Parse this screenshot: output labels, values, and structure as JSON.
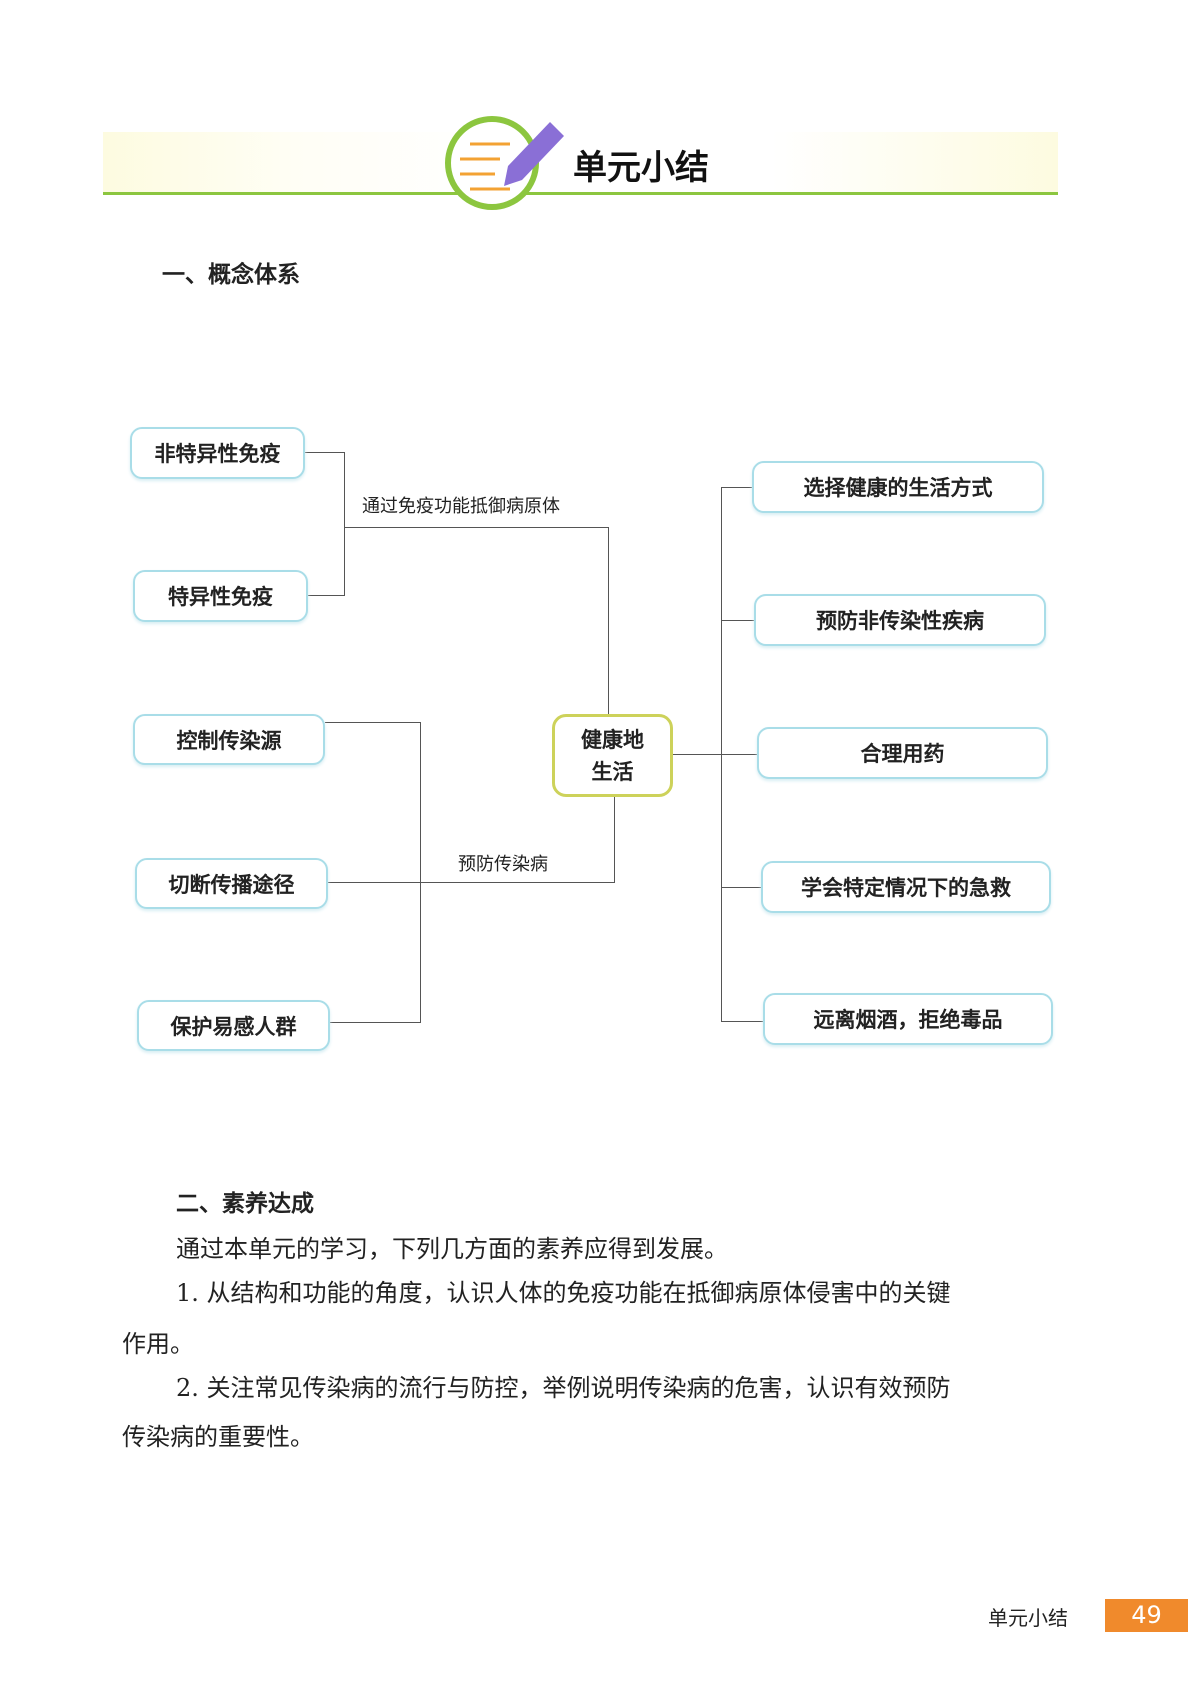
{
  "header": {
    "title": "单元小结",
    "icon": "pencil-notes-icon"
  },
  "section1": {
    "heading": "一、概念体系"
  },
  "concept_map": {
    "center": {
      "line1": "健康地",
      "line2": "生活"
    },
    "immunity_label": "通过免疫功能抵御病原体",
    "immunity": [
      "非特异性免疫",
      "特异性免疫"
    ],
    "prevention_label": "预防传染病",
    "prevention": [
      "控制传染源",
      "切断传播途径",
      "保护易感人群"
    ],
    "lifestyle": [
      "选择健康的生活方式",
      "预防非传染性疾病",
      "合理用药",
      "学会特定情况下的急救",
      "远离烟酒，拒绝毒品"
    ]
  },
  "section2": {
    "heading": "二、素养达成",
    "lines": [
      "通过本单元的学习，下列几方面的素养应得到发展。",
      "1. 从结构和功能的角度，认识人体的免疫功能在抵御病原体侵害中的关键",
      "作用。",
      "2. 关注常见传染病的流行与防控，举例说明传染病的危害，认识有效预防",
      "传染病的重要性。"
    ]
  },
  "footer": {
    "section": "单元小结",
    "page": "49"
  },
  "colors": {
    "accent_green": "#8cc63f",
    "page_orange": "#f08a2c",
    "pencil": "#8a6fd6"
  }
}
